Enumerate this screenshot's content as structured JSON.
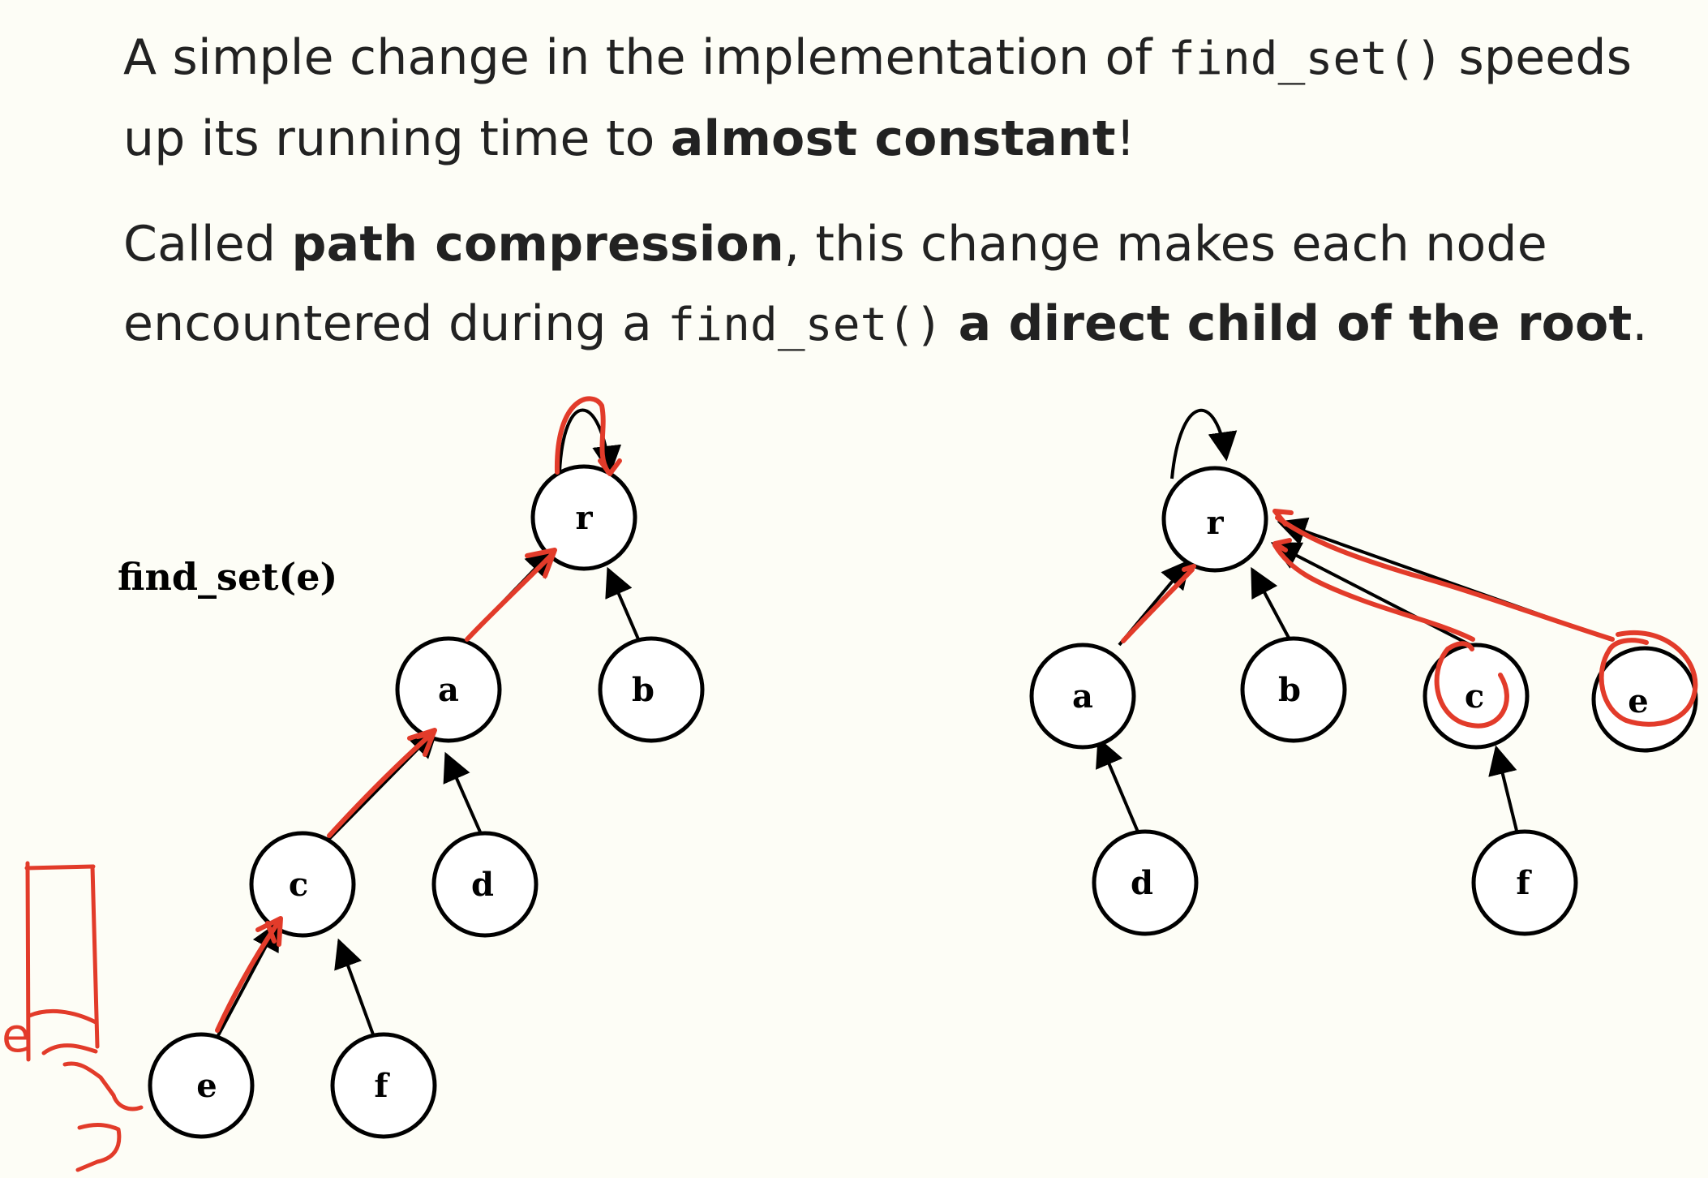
{
  "text": {
    "p1_a": "A simple change in the implementation of ",
    "p1_code": "find_set()",
    "p1_b": " speeds up its running time to ",
    "p1_bold": "almost constant",
    "p1_c": "!",
    "p2_a": "Called ",
    "p2_bold1": "path compression",
    "p2_b": ", this change makes each node encountered during a ",
    "p2_code": "find_set()",
    "p2_c": " ",
    "p2_bold2": "a direct child of the root",
    "p2_d": "."
  },
  "diagram": {
    "caption": "find_set(e)",
    "annotation_letter": "e",
    "before_tree": {
      "nodes": [
        "r",
        "a",
        "b",
        "c",
        "d",
        "e",
        "f"
      ],
      "edges": [
        [
          "a",
          "r"
        ],
        [
          "b",
          "r"
        ],
        [
          "c",
          "a"
        ],
        [
          "d",
          "a"
        ],
        [
          "e",
          "c"
        ],
        [
          "f",
          "c"
        ]
      ],
      "self_loop": "r",
      "highlighted_path": [
        "e",
        "c",
        "a",
        "r"
      ]
    },
    "after_tree": {
      "nodes": [
        "r",
        "a",
        "b",
        "c",
        "e",
        "d",
        "f"
      ],
      "edges": [
        [
          "a",
          "r"
        ],
        [
          "b",
          "r"
        ],
        [
          "c",
          "r"
        ],
        [
          "e",
          "r"
        ],
        [
          "d",
          "a"
        ],
        [
          "f",
          "c"
        ]
      ],
      "self_loop": "r",
      "highlighted": [
        "a",
        "c",
        "e"
      ]
    },
    "colors": {
      "ink": "#000000",
      "annotation": "#e23b2a"
    }
  }
}
